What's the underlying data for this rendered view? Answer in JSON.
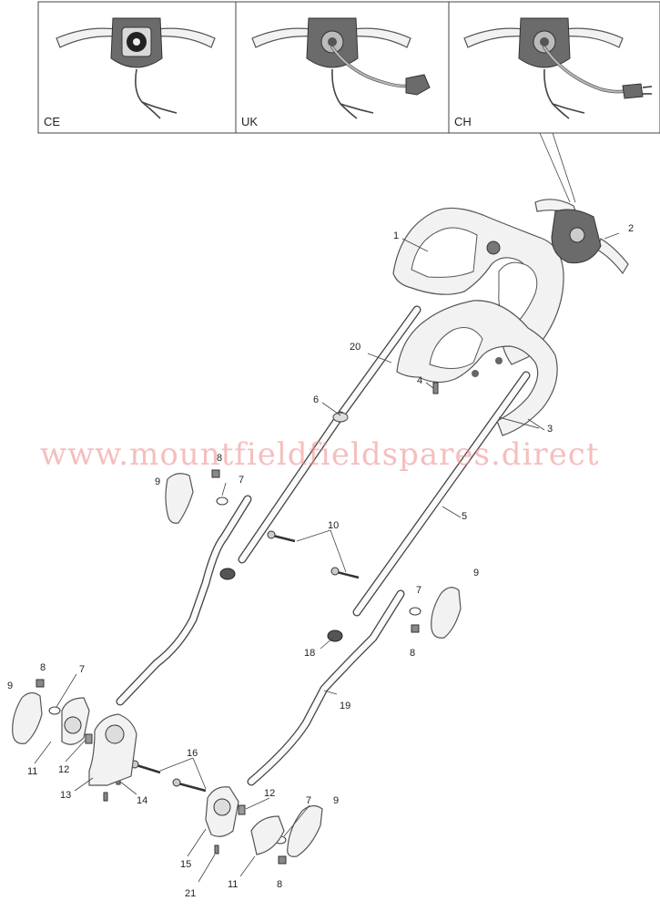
{
  "inset_labels": [
    "CE",
    "UK",
    "CH"
  ],
  "watermark": "www.mountfieldfieldspares.direct",
  "callouts": {
    "c1": "1",
    "c2": "2",
    "c3": "3",
    "c4": "4",
    "c5": "5",
    "c6": "6",
    "c7a": "7",
    "c7b": "7",
    "c7c": "7",
    "c7d": "7",
    "c8a": "8",
    "c8b": "8",
    "c8c": "8",
    "c8d": "8",
    "c9a": "9",
    "c9b": "9",
    "c9c": "9",
    "c9d": "9",
    "c10": "10",
    "c11a": "11",
    "c11b": "11",
    "c12a": "12",
    "c12b": "12",
    "c13": "13",
    "c14": "14",
    "c15": "15",
    "c16": "16",
    "c18": "18",
    "c19": "19",
    "c20": "20",
    "c21": "21"
  }
}
